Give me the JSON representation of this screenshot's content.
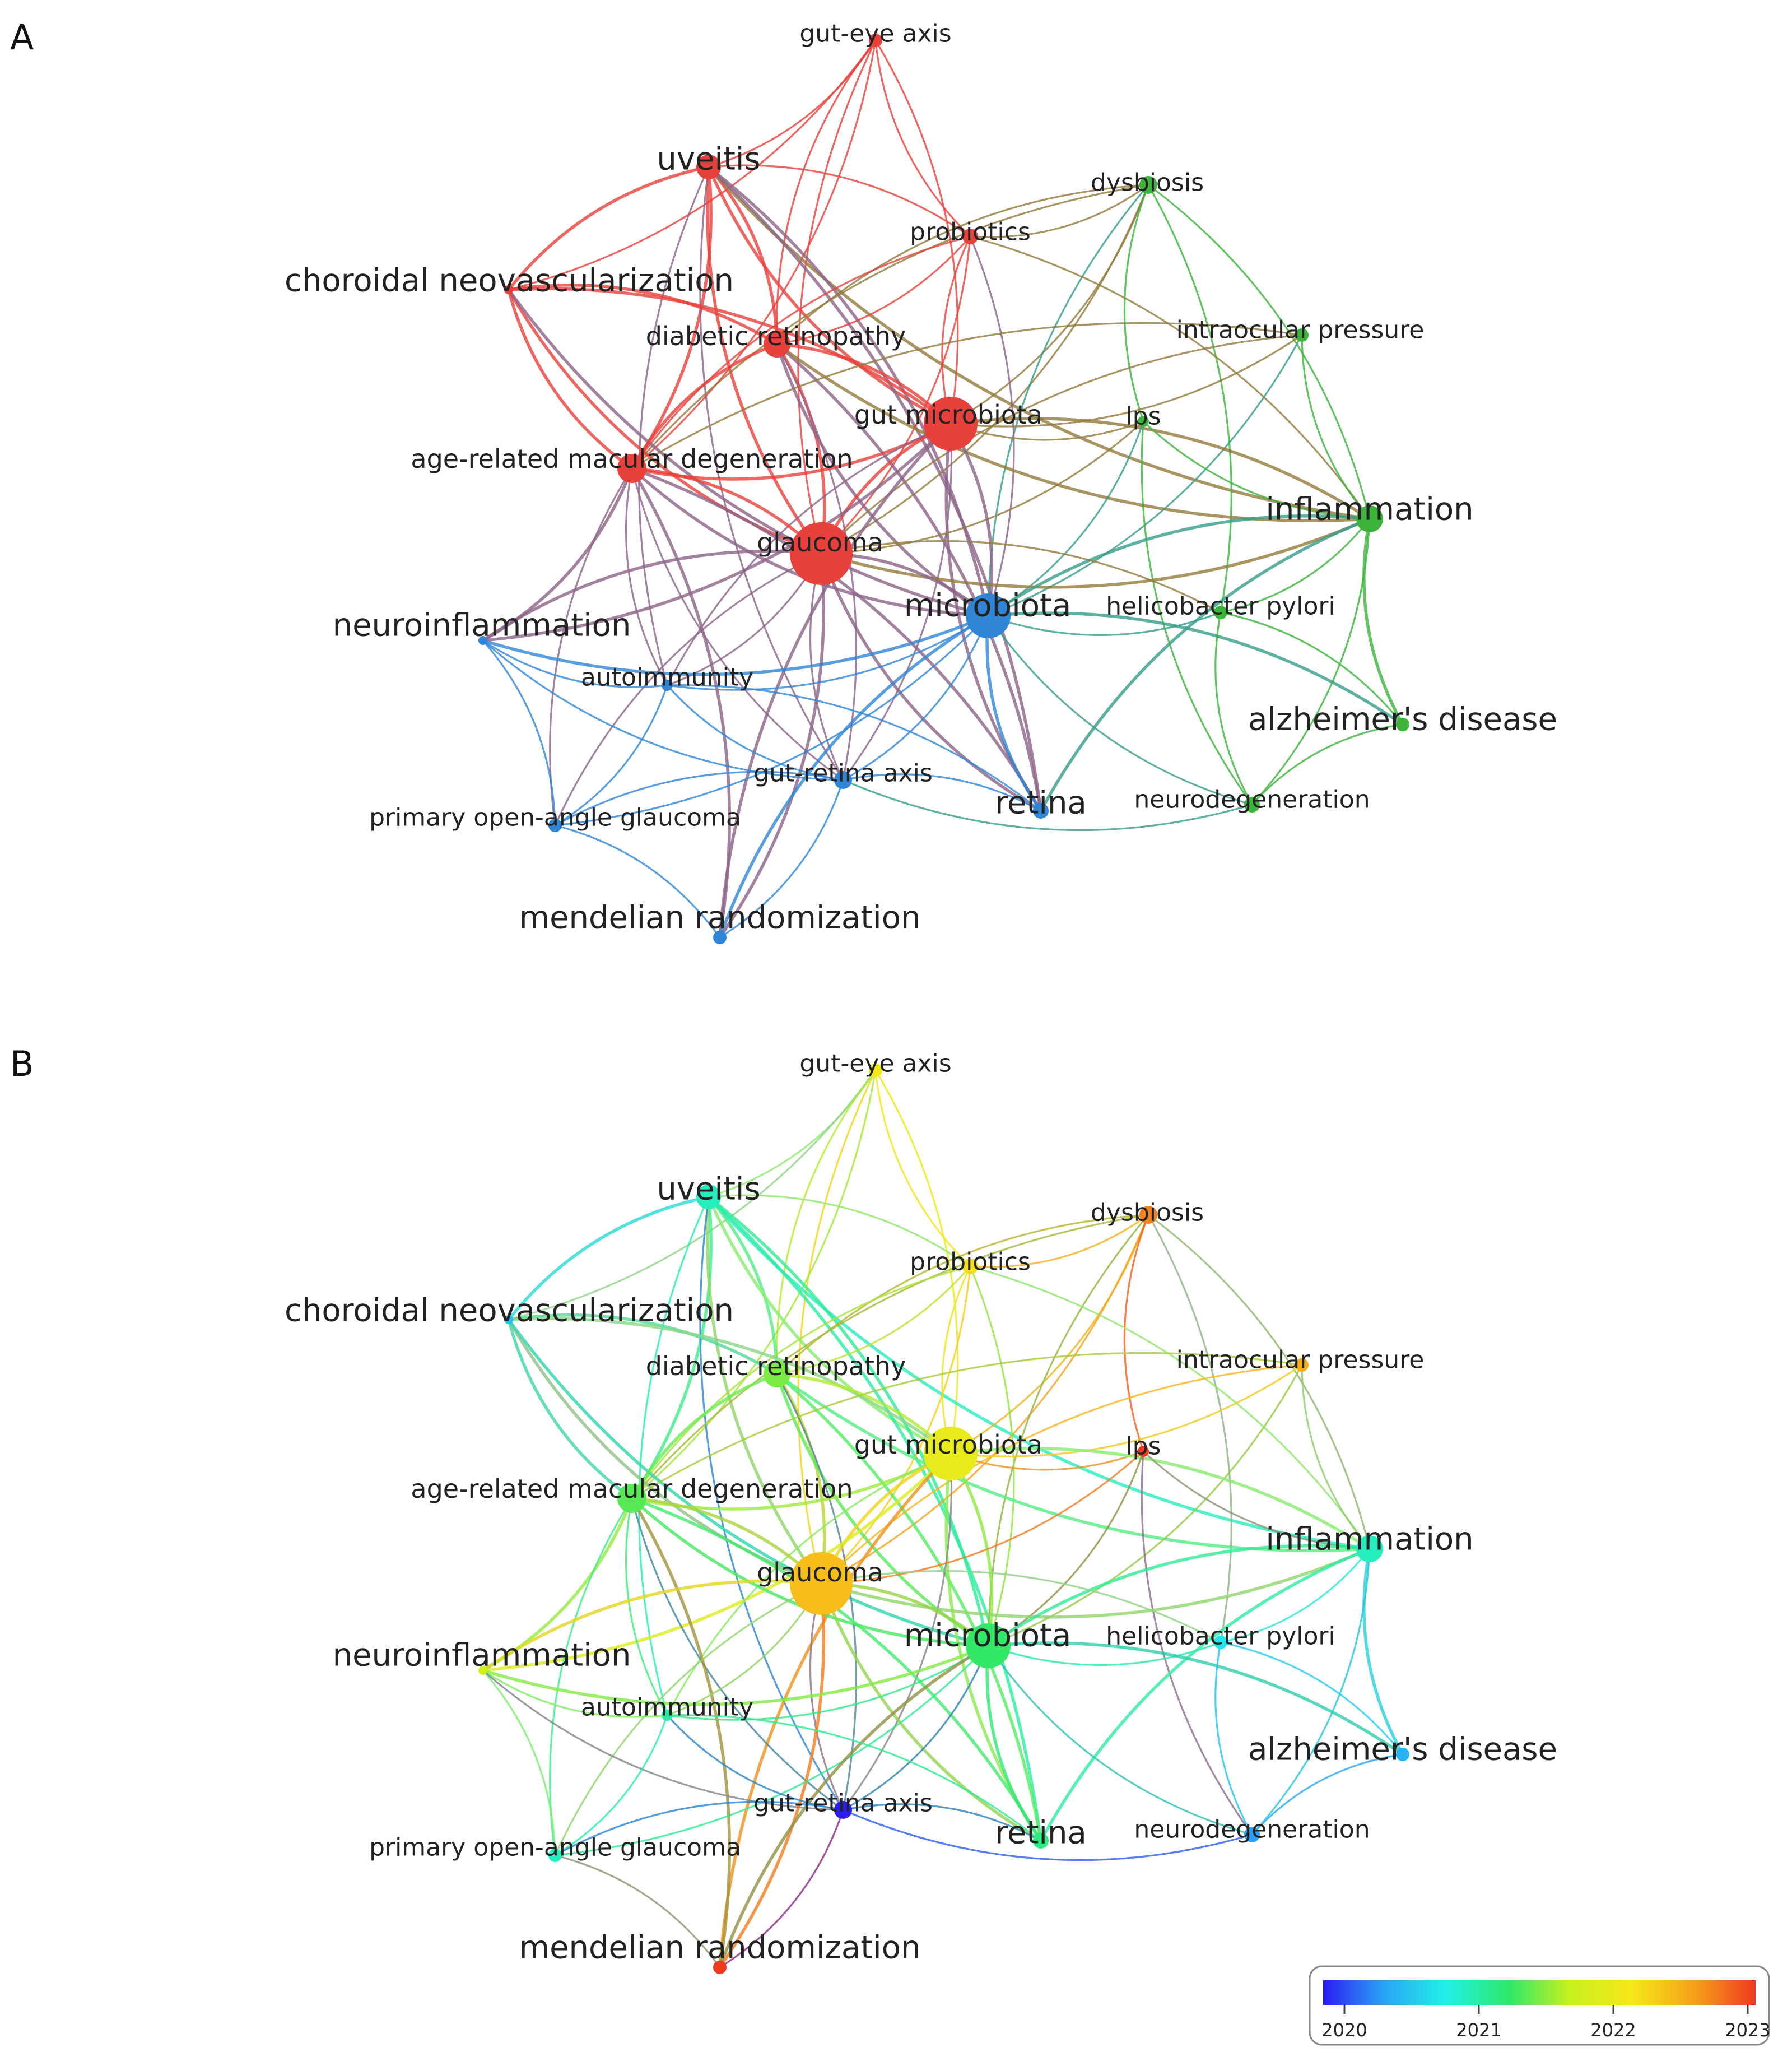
{
  "panels": [
    {
      "id": "A",
      "letter": "A",
      "coloring": "cluster"
    },
    {
      "id": "B",
      "letter": "B",
      "coloring": "year"
    }
  ],
  "clusters": {
    "red": "#e8403a",
    "green": "#3cb43c",
    "blue": "#2f86d6"
  },
  "nodes": [
    {
      "id": "gut-eye",
      "label": "gut-eye axis",
      "size": 1,
      "cluster": "red",
      "year": 2022.1
    },
    {
      "id": "uveitis",
      "label": "uveitis",
      "size": 3,
      "cluster": "red",
      "year": 2021.0
    },
    {
      "id": "dysbiosis",
      "label": "dysbiosis",
      "size": 1,
      "cluster": "green",
      "year": 2022.7
    },
    {
      "id": "probiotics",
      "label": "probiotics",
      "size": 1,
      "cluster": "red",
      "year": 2022.2
    },
    {
      "id": "choroidal",
      "label": "choroidal neovascularization",
      "size": 3,
      "cluster": "red",
      "year": 2020.6
    },
    {
      "id": "diabetic",
      "label": "diabetic retinopathy",
      "size": 2,
      "cluster": "red",
      "year": 2021.5
    },
    {
      "id": "iop",
      "label": "intraocular pressure",
      "size": 1,
      "cluster": "green",
      "year": 2022.5
    },
    {
      "id": "gutmicro",
      "label": "gut microbiota",
      "size": 2,
      "cluster": "red",
      "year": 2022.0
    },
    {
      "id": "lps",
      "label": "lps",
      "size": 1,
      "cluster": "green",
      "year": 2023.0
    },
    {
      "id": "amd",
      "label": "age-related macular degeneration",
      "size": 2,
      "cluster": "red",
      "year": 2021.4
    },
    {
      "id": "inflammation",
      "label": "inflammation",
      "size": 3,
      "cluster": "green",
      "year": 2021.0
    },
    {
      "id": "glaucoma",
      "label": "glaucoma",
      "size": 2,
      "cluster": "red",
      "year": 2022.4
    },
    {
      "id": "microbiota",
      "label": "microbiota",
      "size": 3,
      "cluster": "blue",
      "year": 2021.3
    },
    {
      "id": "neuroinf",
      "label": "neuroinflammation",
      "size": 3,
      "cluster": "blue",
      "year": 2021.8
    },
    {
      "id": "helico",
      "label": "helicobacter pylori",
      "size": 1,
      "cluster": "green",
      "year": 2020.8
    },
    {
      "id": "autoimm",
      "label": "autoimmunity",
      "size": 1,
      "cluster": "blue",
      "year": 2021.1
    },
    {
      "id": "alz",
      "label": "alzheimer's disease",
      "size": 3,
      "cluster": "green",
      "year": 2020.5
    },
    {
      "id": "gutretina",
      "label": "gut-retina axis",
      "size": 1,
      "cluster": "blue",
      "year": 2020.0
    },
    {
      "id": "retina",
      "label": "retina",
      "size": 3,
      "cluster": "blue",
      "year": 2021.2
    },
    {
      "id": "neurodeg",
      "label": "neurodegeneration",
      "size": 1,
      "cluster": "green",
      "year": 2020.4
    },
    {
      "id": "poag",
      "label": "primary open-angle glaucoma",
      "size": 1,
      "cluster": "blue",
      "year": 2021.0
    },
    {
      "id": "mendel",
      "label": "mendelian randomization",
      "size": 3,
      "cluster": "blue",
      "year": 2023.0
    }
  ],
  "edges": [
    [
      "gut-eye",
      "uveitis"
    ],
    [
      "gut-eye",
      "probiotics"
    ],
    [
      "gut-eye",
      "choroidal"
    ],
    [
      "gut-eye",
      "diabetic"
    ],
    [
      "gut-eye",
      "gutmicro"
    ],
    [
      "gut-eye",
      "glaucoma"
    ],
    [
      "gut-eye",
      "amd"
    ],
    [
      "uveitis",
      "choroidal"
    ],
    [
      "uveitis",
      "diabetic"
    ],
    [
      "uveitis",
      "gutmicro"
    ],
    [
      "uveitis",
      "amd"
    ],
    [
      "uveitis",
      "glaucoma"
    ],
    [
      "uveitis",
      "probiotics"
    ],
    [
      "uveitis",
      "inflammation"
    ],
    [
      "uveitis",
      "microbiota"
    ],
    [
      "uveitis",
      "gutretina"
    ],
    [
      "uveitis",
      "retina"
    ],
    [
      "uveitis",
      "autoimm"
    ],
    [
      "dysbiosis",
      "gutmicro"
    ],
    [
      "dysbiosis",
      "diabetic"
    ],
    [
      "dysbiosis",
      "glaucoma"
    ],
    [
      "dysbiosis",
      "microbiota"
    ],
    [
      "dysbiosis",
      "inflammation"
    ],
    [
      "dysbiosis",
      "lps"
    ],
    [
      "dysbiosis",
      "helico"
    ],
    [
      "dysbiosis",
      "amd"
    ],
    [
      "probiotics",
      "diabetic"
    ],
    [
      "probiotics",
      "gutmicro"
    ],
    [
      "probiotics",
      "glaucoma"
    ],
    [
      "probiotics",
      "amd"
    ],
    [
      "probiotics",
      "microbiota"
    ],
    [
      "probiotics",
      "dysbiosis"
    ],
    [
      "probiotics",
      "inflammation"
    ],
    [
      "choroidal",
      "amd"
    ],
    [
      "choroidal",
      "diabetic"
    ],
    [
      "choroidal",
      "glaucoma"
    ],
    [
      "choroidal",
      "gutmicro"
    ],
    [
      "choroidal",
      "microbiota"
    ],
    [
      "diabetic",
      "gutmicro"
    ],
    [
      "diabetic",
      "amd"
    ],
    [
      "diabetic",
      "glaucoma"
    ],
    [
      "diabetic",
      "microbiota"
    ],
    [
      "diabetic",
      "retina"
    ],
    [
      "diabetic",
      "inflammation"
    ],
    [
      "diabetic",
      "gutretina"
    ],
    [
      "iop",
      "glaucoma"
    ],
    [
      "iop",
      "gutmicro"
    ],
    [
      "iop",
      "inflammation"
    ],
    [
      "iop",
      "microbiota"
    ],
    [
      "iop",
      "amd"
    ],
    [
      "gutmicro",
      "amd"
    ],
    [
      "gutmicro",
      "glaucoma"
    ],
    [
      "gutmicro",
      "microbiota"
    ],
    [
      "gutmicro",
      "lps"
    ],
    [
      "gutmicro",
      "inflammation"
    ],
    [
      "gutmicro",
      "retina"
    ],
    [
      "gutmicro",
      "neuroinf"
    ],
    [
      "gutmicro",
      "autoimm"
    ],
    [
      "gutmicro",
      "gutretina"
    ],
    [
      "gutmicro",
      "mendel"
    ],
    [
      "lps",
      "glaucoma"
    ],
    [
      "lps",
      "inflammation"
    ],
    [
      "lps",
      "microbiota"
    ],
    [
      "lps",
      "neurodeg"
    ],
    [
      "amd",
      "glaucoma"
    ],
    [
      "amd",
      "microbiota"
    ],
    [
      "amd",
      "neuroinf"
    ],
    [
      "amd",
      "gutretina"
    ],
    [
      "amd",
      "retina"
    ],
    [
      "amd",
      "autoimm"
    ],
    [
      "amd",
      "mendel"
    ],
    [
      "amd",
      "poag"
    ],
    [
      "inflammation",
      "glaucoma"
    ],
    [
      "inflammation",
      "microbiota"
    ],
    [
      "inflammation",
      "helico"
    ],
    [
      "inflammation",
      "alz"
    ],
    [
      "inflammation",
      "neurodeg"
    ],
    [
      "inflammation",
      "retina"
    ],
    [
      "glaucoma",
      "microbiota"
    ],
    [
      "glaucoma",
      "neuroinf"
    ],
    [
      "glaucoma",
      "helico"
    ],
    [
      "glaucoma",
      "retina"
    ],
    [
      "glaucoma",
      "autoimm"
    ],
    [
      "glaucoma",
      "gutretina"
    ],
    [
      "glaucoma",
      "mendel"
    ],
    [
      "glaucoma",
      "poag"
    ],
    [
      "microbiota",
      "neuroinf"
    ],
    [
      "microbiota",
      "helico"
    ],
    [
      "microbiota",
      "autoimm"
    ],
    [
      "microbiota",
      "retina"
    ],
    [
      "microbiota",
      "gutretina"
    ],
    [
      "microbiota",
      "neurodeg"
    ],
    [
      "microbiota",
      "poag"
    ],
    [
      "microbiota",
      "mendel"
    ],
    [
      "microbiota",
      "alz"
    ],
    [
      "neuroinf",
      "autoimm"
    ],
    [
      "neuroinf",
      "poag"
    ],
    [
      "neuroinf",
      "gutretina"
    ],
    [
      "helico",
      "alz"
    ],
    [
      "helico",
      "neurodeg"
    ],
    [
      "autoimm",
      "poag"
    ],
    [
      "autoimm",
      "gutretina"
    ],
    [
      "autoimm",
      "retina"
    ],
    [
      "alz",
      "neurodeg"
    ],
    [
      "gutretina",
      "retina"
    ],
    [
      "gutretina",
      "neurodeg"
    ],
    [
      "gutretina",
      "mendel"
    ],
    [
      "gutretina",
      "poag"
    ],
    [
      "poag",
      "mendel"
    ]
  ],
  "legend": {
    "ticks": [
      "2020",
      "2021",
      "2022",
      "2023"
    ],
    "range": [
      2020,
      2023
    ],
    "gradient": [
      "#2b1cf0",
      "#28a7f5",
      "#22f0e8",
      "#2ee86a",
      "#c8f01e",
      "#f6e71a",
      "#f7a11a",
      "#ef3a1f"
    ]
  }
}
